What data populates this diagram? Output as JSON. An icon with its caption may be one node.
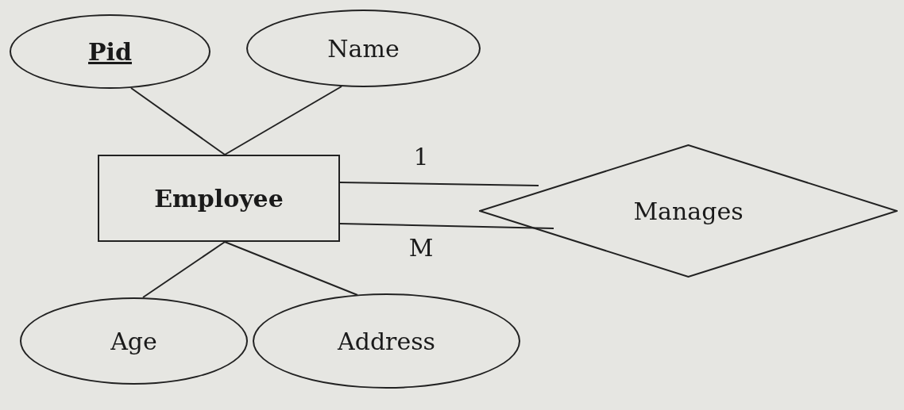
{
  "diagram": {
    "nodes": [
      {
        "text": [
          "Pid"
        ]
      },
      {
        "text": [
          "Name"
        ]
      },
      {
        "text": [
          "Employee"
        ]
      },
      {
        "text": [
          "Manages"
        ]
      },
      {
        "text": [
          "Age"
        ]
      },
      {
        "text": [
          "Address"
        ]
      }
    ],
    "edges": [
      {
        "from": 0,
        "to": 2,
        "arrow": "none"
      },
      {
        "from": 1,
        "to": 2,
        "arrow": "none"
      },
      {
        "from": 2,
        "to": 3,
        "arrow": "none",
        "label": "1"
      },
      {
        "from": 2,
        "to": 3,
        "arrow": "none",
        "label": "M"
      },
      {
        "from": 2,
        "to": 4,
        "arrow": "none"
      },
      {
        "from": 2,
        "to": 5,
        "arrow": "none"
      }
    ]
  }
}
